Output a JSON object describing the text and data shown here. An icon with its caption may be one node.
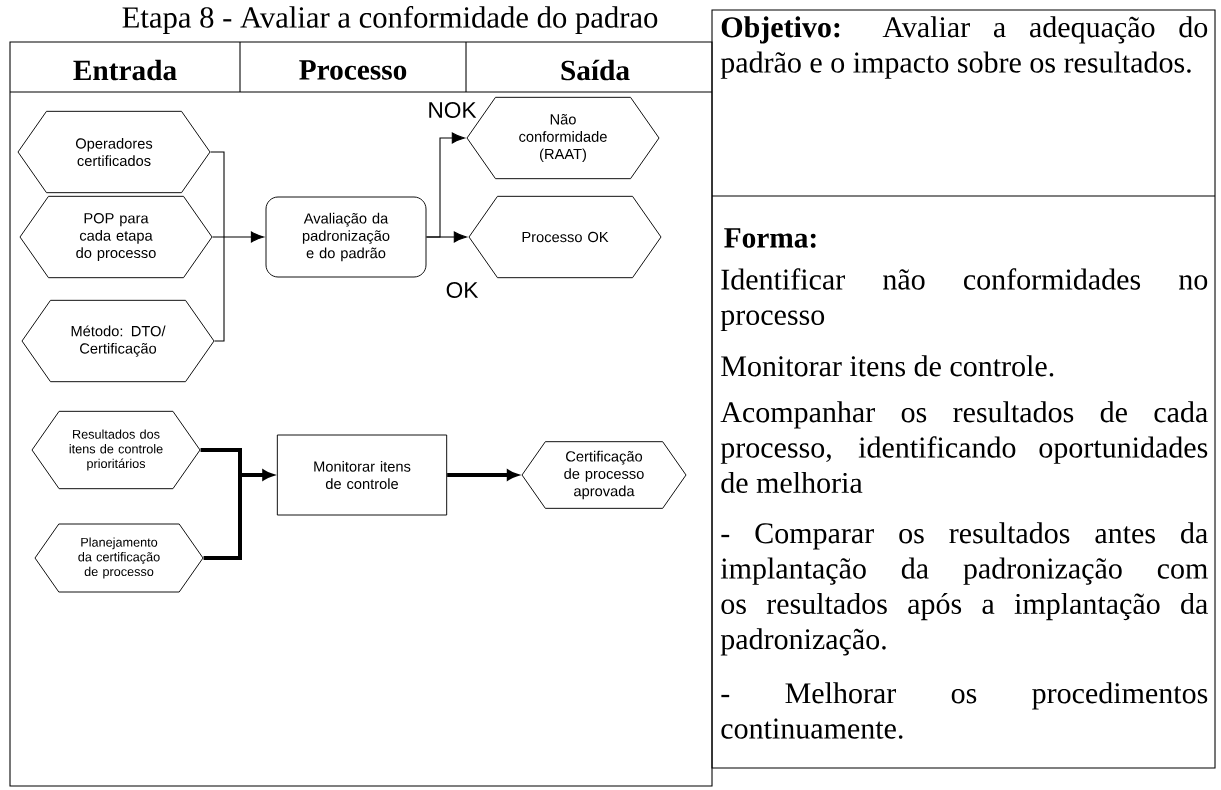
{
  "diagram": {
    "title": "Etapa 8 - Avaliar a conformidade do padrao",
    "nodes": [
      {
        "text": [
          "Operadores certificados"
        ]
      },
      {
        "text": [
          "POP para cada etapa do processo"
        ]
      },
      {
        "text": [
          "Método: DTO/ Certificação"
        ]
      },
      {
        "text": [
          "Avaliação da padronização e do padrão"
        ]
      },
      {
        "text": [
          "Não conformidade (RAAT)"
        ]
      },
      {
        "text": [
          "Processo OK"
        ]
      },
      {
        "text": [
          "Resultados dos itens de controle prioritários"
        ]
      },
      {
        "text": [
          "Planejamento da certificação de processo"
        ]
      },
      {
        "text": [
          "Monitorar itens de controle"
        ]
      },
      {
        "text": [
          "Certificação de processo aprovada"
        ]
      }
    ],
    "edges": [
      {
        "from": 0,
        "to": 3,
        "arrow": "to"
      },
      {
        "from": 1,
        "to": 3,
        "arrow": "to"
      },
      {
        "from": 2,
        "to": 3,
        "arrow": "to"
      },
      {
        "from": 3,
        "to": 4,
        "arrow": "to",
        "label": "NOK"
      },
      {
        "from": 3,
        "to": 5,
        "arrow": "to",
        "label": "OK"
      },
      {
        "from": 6,
        "to": 8,
        "arrow": "to",
        "style": "thick"
      },
      {
        "from": 7,
        "to": 8,
        "arrow": "to",
        "style": "thick"
      },
      {
        "from": 8,
        "to": 9,
        "arrow": "to",
        "style": "thick"
      }
    ],
    "labels": [
      "Entrada",
      "Processo",
      "Saída",
      "**Objetivo:** Avaliar a adequação do padrão e o impacto sobre os resultados.",
      "Forma:",
      "Identificar não conformidades no processo",
      "Monitorar itens de controle.",
      "Acompanhar os resultados de cada processo, identificando oportunidades de melhoria",
      "- Comparar os resultados antes da implantação da padronização com os resultados após a implantação da padronização.",
      "- Melhorar os procedimentos continuamente."
    ]
  }
}
